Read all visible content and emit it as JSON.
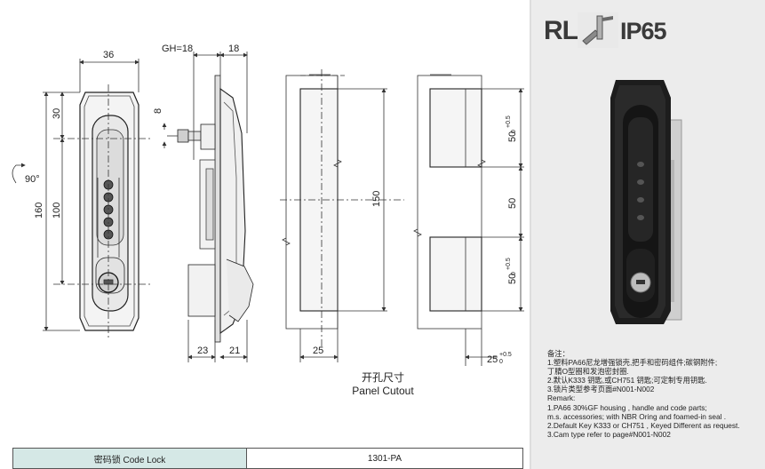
{
  "badges": {
    "rl": "RL",
    "ip": "IP65",
    "icon": "lock-handle-icon"
  },
  "dimensions": {
    "width_36": "36",
    "gh": "GH=18",
    "d18": "18",
    "d8": "8",
    "d30": "30",
    "d90": "90°",
    "d160": "160",
    "d100": "100",
    "d23": "23",
    "d21": "21",
    "d150": "150",
    "d25": "25",
    "d50a": "50",
    "d50b": "50",
    "d50c": "50",
    "tol_a": "+0.5",
    "tol_a2": "0",
    "tol_b": "+0.5",
    "tol_b2": "0",
    "d25b": "25",
    "tol_c": "+0.5",
    "tol_c2": "0"
  },
  "cutout": {
    "cn": "开孔尺寸",
    "en": "Panel Cutout"
  },
  "notes": {
    "heading_cn": "备注：",
    "lines_cn": [
      "1.塑料PA66尼龙增强锁壳,把手和密码组件;碳钢附件;",
      "丁腈O型圈和发泡密封圈.",
      "2.默认K333 钥匙,或CH751 钥匙;可定制专用钥匙.",
      "3.锁片类型参考页面#N001-N002"
    ],
    "heading_en": "Remark:",
    "lines_en": [
      "1.PA66 30%GF housing , handle and code parts;",
      "  m.s. accessories; with NBR Oring and foamed-in seal .",
      "2.Default Key K333 or CH751 , Keyed Different as request.",
      "3.Cam type refer to page#N001-N002"
    ]
  },
  "title_bar": {
    "name": "密码锁 Code Lock",
    "code": "1301-PA"
  }
}
